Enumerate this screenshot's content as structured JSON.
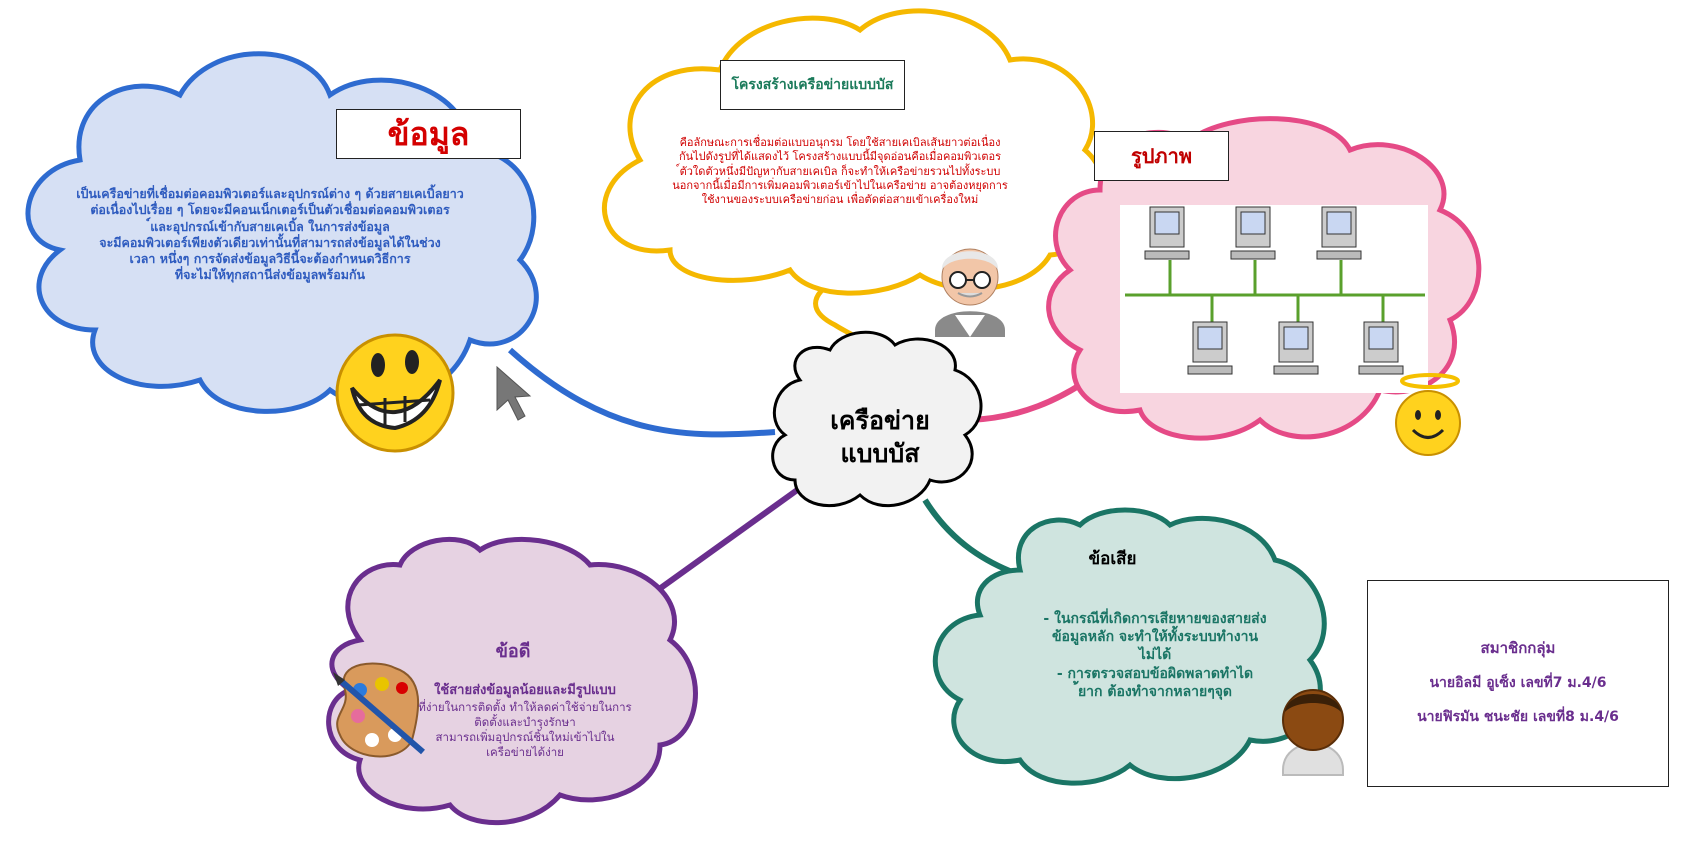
{
  "center": {
    "line1": "เครือข่าย",
    "line2": "แบบบัส"
  },
  "advantage_data": {
    "title": "ข้อมูล",
    "lines": [
      "เป็นเครือข่ายที่เชื่อมต่อคอมพิวเตอร์และอุปกรณ์ต่าง ๆ ด้วยสายเคเบิ้ลยาว",
      "ต่อเนื่องไปเรื่อย ๆ โดยจะมีคอนเน็กเตอร์เป็นตัวเชื่อมต่อคอมพิวเตอร",
      "์และอุปกรณ์เข้ากับสายเคเบิ้ล ในการส่งข้อมูล",
      "จะมีคอมพิวเตอร์เพียงตัวเดียวเท่านั้นที่สามารถส่งข้อมูลได้ในช่วง",
      "เวลา หนึ่งๆ การจัดส่งข้อมูลวิธีนี้จะต้องกำหนดวิธีการ",
      "ที่จะไม่ให้ทุกสถานีส่งข้อมูลพร้อมกัน"
    ]
  },
  "structure": {
    "title": "โครงสร้างเครือข่ายแบบบัส",
    "lines": [
      "คือลักษณะการเชื่อมต่อแบบอนุกรม โดยใช้สายเคเบิลเส้นยาวต่อเนื่อง",
      "กันไปดังรูปที่ได้แสดงไว้ โครงสร้างแบบนี้มีจุดอ่อนคือเมื่อคอมพิวเตอร",
      "์ตัวใดตัวหนึ่งมีปัญหากับสายเคเบิล ก็จะทำให้เครือข่ายรวนไปทั้งระบบ",
      "นอกจากนี้เมื่อมีการเพิ่มคอมพิวเตอร์เข้าไปในเครือข่าย อาจต้องหยุดการ",
      "ใช้งานของระบบเครือข่ายก่อน เพื่อตัดต่อสายเข้าเครื่องใหม่"
    ]
  },
  "picture": {
    "title": "รูปภาพ"
  },
  "pros": {
    "title": "ข้อดี",
    "lines": [
      "ใช้สายส่งข้อมูลน้อยและมีรูปแบบ",
      "ที่ง่ายในการติดตั้ง ทำให้ลดค่าใช้จ่ายในการ",
      "ติดตั้งและบำรุงรักษา",
      "สามารถเพิ่มอุปกรณ์ชิ้นใหม่เข้าไปใน",
      "เครือข่ายได้ง่าย"
    ]
  },
  "cons": {
    "title": "ข้อเสีย",
    "lines": [
      "- ในกรณีที่เกิดการเสียหายของสายส่ง",
      "ข้อมูลหลัก จะทำให้ทั้งระบบทำงาน",
      "ไม่ได้",
      "- การตรวจสอบข้อผิดพลาดทำได",
      "้ยาก ต้องทำจากหลายๆจุด"
    ]
  },
  "members": {
    "title": "สมาชิกกลุ่ม",
    "member1": "นายอิลมี อูเซ็ง เลขที่7 ม.4/6",
    "member2": "นายฟิรมัน ชนะชัย เลขที่8 ม.4/6"
  },
  "colors": {
    "blue": "#2e6bd0",
    "blue_fill": "#d6e0f4",
    "yellow": "#f5b800",
    "pink": "#e54a86",
    "pink_fill": "#f8d5e0",
    "purple": "#6a2e8e",
    "purple_fill": "#e6d2e2",
    "teal": "#1a7565",
    "teal_fill": "#cfe4df",
    "red": "#e00000",
    "dark_red": "#c00000",
    "green_line": "#5aa02c"
  }
}
